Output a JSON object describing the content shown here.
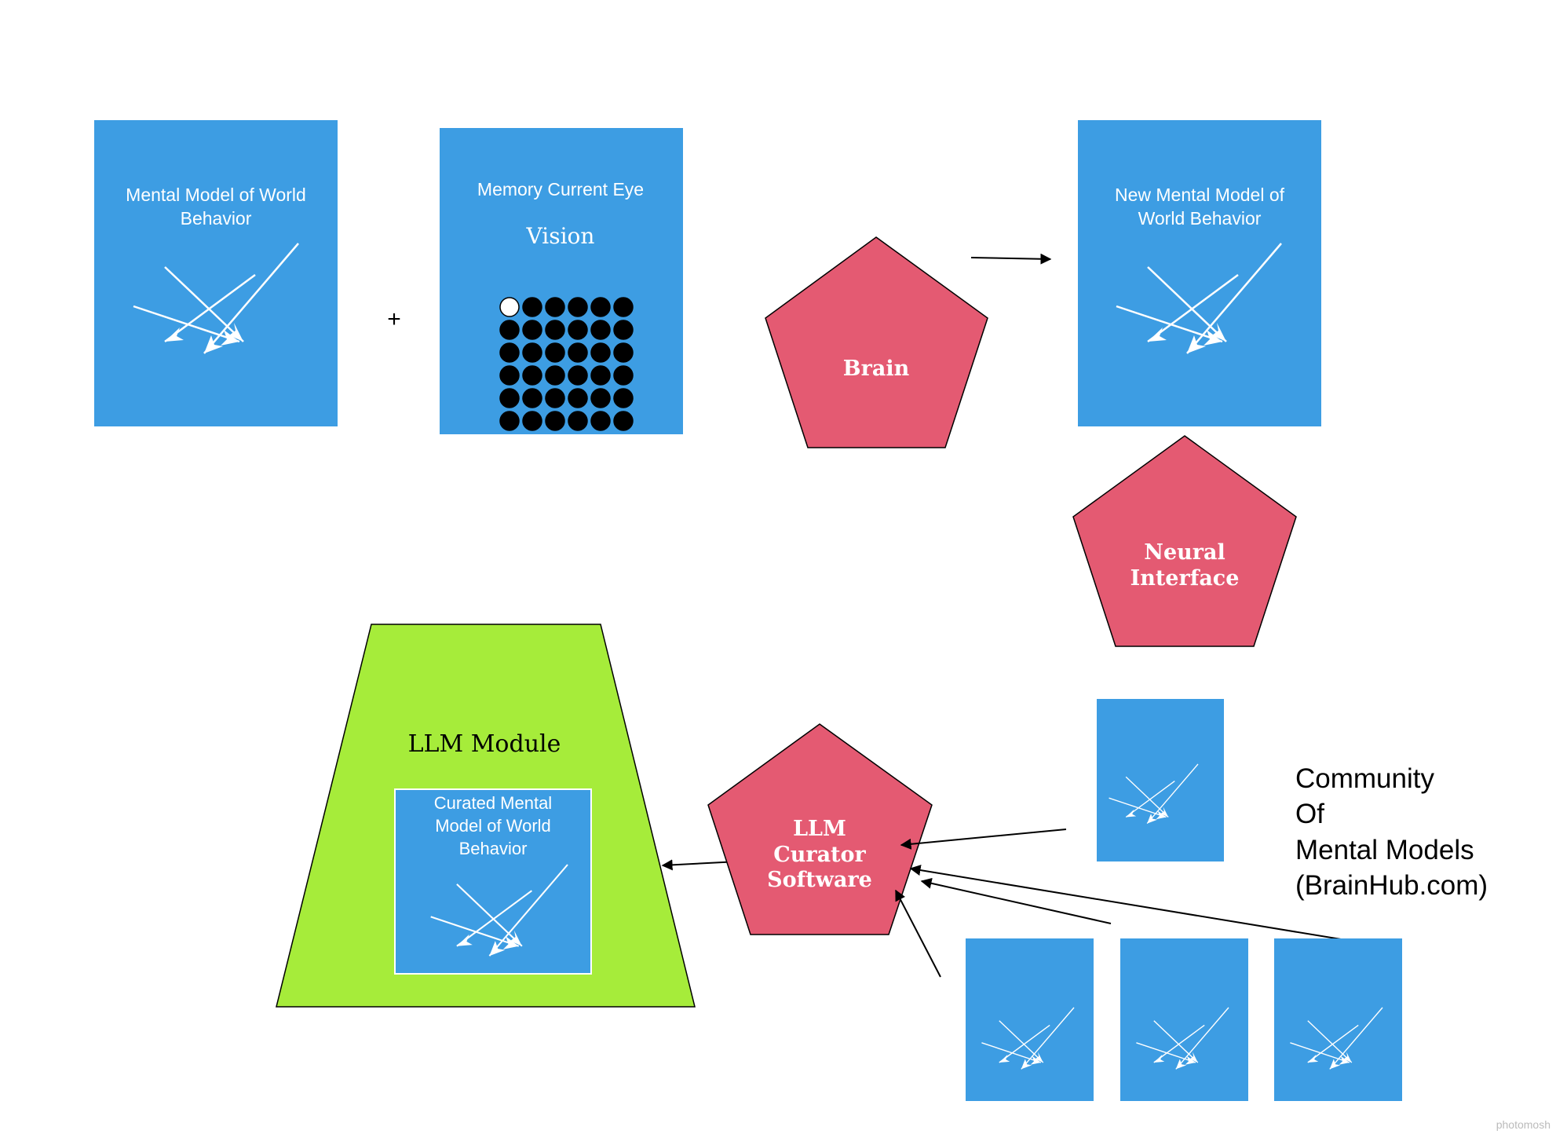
{
  "colors": {
    "blue": "#3d9de3",
    "red": "#e45a72",
    "green": "#a6ec3a",
    "arrow_white": "#ffffff",
    "dot_black": "#000000"
  },
  "mental_model": {
    "line1": "Mental Model of World",
    "line2": "Behavior"
  },
  "plus_sign": "+",
  "memory": {
    "line1": "Memory Current Eye",
    "line2": "Vision",
    "grid_rows": 6,
    "grid_cols": 6,
    "highlighted_dot": "top-left"
  },
  "brain": {
    "label": "Brain"
  },
  "new_mental_model": {
    "line1": "New Mental Model of",
    "line2": "World Behavior"
  },
  "neural_interface": {
    "line1": "Neural",
    "line2": "Interface"
  },
  "llm_module": {
    "title": "LLM Module",
    "curated": {
      "line1": "Curated Mental",
      "line2": "Model of World",
      "line3": "Behavior"
    }
  },
  "llm_curator": {
    "line1": "LLM",
    "line2": "Curator",
    "line3": "Software"
  },
  "community": {
    "line1": "Community",
    "line2": "Of",
    "line3": "Mental Models",
    "line4": "(BrainHub.com)"
  },
  "watermark": "photomosh",
  "icons": [
    "crossing-arrows-icon"
  ]
}
